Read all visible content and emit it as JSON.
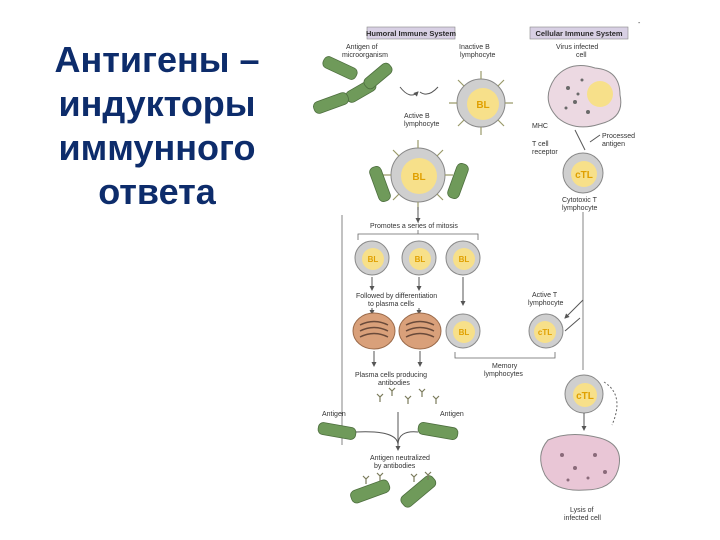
{
  "title_lines": [
    "Антигены –",
    "индукторы",
    "иммунного",
    "ответа"
  ],
  "headers": {
    "humoral": "Humoral Immune System",
    "cellular": "Cellular Immune System"
  },
  "labels": {
    "antigen_of_microorganism": [
      "Antigen of",
      "microorganism"
    ],
    "inactive_b": [
      "Inactive B",
      "lymphocyte"
    ],
    "active_b": [
      "Active B",
      "lymphocyte"
    ],
    "virus_infected": [
      "Virus infected",
      "cell"
    ],
    "mhc": "MHC",
    "processed_antigen": [
      "Processed",
      "antigen"
    ],
    "t_cell_receptor": [
      "T cell",
      "receptor"
    ],
    "cytotoxic_t": [
      "Cytotoxic T",
      "lymphocyte"
    ],
    "mitosis": "Promotes a series of mitosis",
    "differentiation": [
      "Followed by differentiation",
      "to plasma cells"
    ],
    "active_t": [
      "Active T",
      "lymphocyte"
    ],
    "memory": [
      "Memory",
      "lymphocytes"
    ],
    "plasma": [
      "Plasma cells producing",
      "antibodies"
    ],
    "antigen_left": "Antigen",
    "antigen_right": "Antigen",
    "neutralized": [
      "Antigen neutralized",
      "by antibodies"
    ],
    "lysis": [
      "Lysis of",
      "infected cell"
    ]
  },
  "cell_labels": {
    "bl": "BL",
    "ctl": "cTL"
  },
  "colors": {
    "title": "#0d2c6b",
    "bacteria": "#6f9a5a",
    "cell_fill": "#cfcfcf",
    "nucleus": "#f7e08a",
    "nucleus_text": "#e0a000",
    "plasma": "#d9a07a",
    "infected": "#e9c6d6",
    "header_fill": "#d8d0e4"
  }
}
